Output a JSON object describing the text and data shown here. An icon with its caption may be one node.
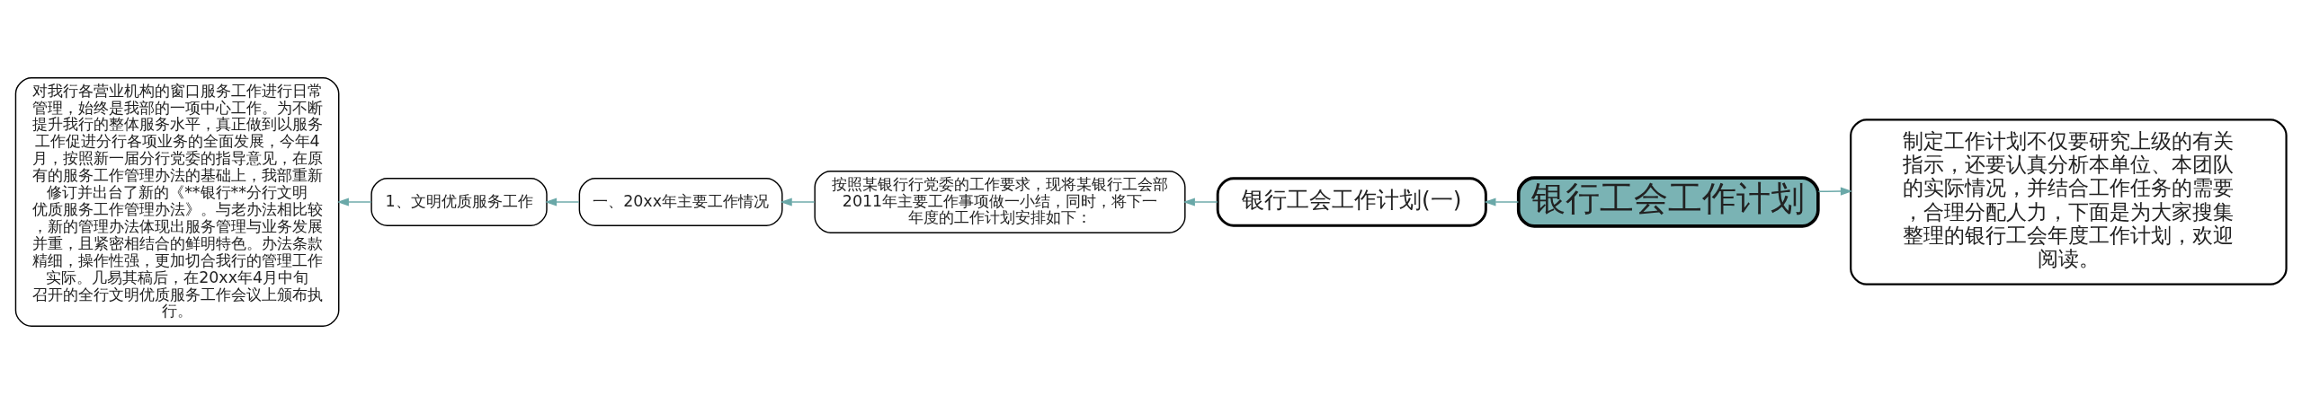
{
  "diagram": {
    "nodes": [
      {
        "text": [
          "银行工会工作计划"
        ]
      },
      {
        "text": [
          "制定工作计划不仅要研究上级的有关指示，还要认真分析本单位、本团队的实际情况，并结合工作任务的需要，合理分配人力，下面是为大家搜集整理的银行工会年度工作计划，欢迎阅读。"
        ]
      },
      {
        "text": [
          "银行工会工作计划(一)"
        ]
      },
      {
        "text": [
          "按照某银行行党委的工作要求，现将某银行工会部2011年主要工作事项做一小结，同时，将下一年度的工作计划安排如下："
        ]
      },
      {
        "text": [
          "一、20xx年主要工作情况"
        ]
      },
      {
        "text": [
          "1、文明优质服务工作"
        ]
      },
      {
        "text": [
          "对我行各营业机构的窗口服务工作进行日常管理，始终是我部的一项中心工作。为不断提升我行的整体服务水平，真正做到以服务工作促进分行各项业务的全面发展，今年4月，按照新一届分行党委的指导意见，在原有的服务工作管理办法的基础上，我部重新修订并出台了新的《**银行**分行文明优质服务工作管理办法》。与老办法相比较，新的管理办法体现出服务管理与业务发展并重，且紧密相结合的鲜明特色。办法条款精细，操作性强，更加切合我行的管理工作实际。几易其稿后，在20xx年4月中旬召开的全行文明优质服务工作会议上颁布执行。"
        ]
      }
    ],
    "edges": [
      {
        "from": 0,
        "to": 1,
        "arrow": "to"
      },
      {
        "from": 0,
        "to": 2,
        "arrow": "to"
      },
      {
        "from": 2,
        "to": 3,
        "arrow": "to"
      },
      {
        "from": 3,
        "to": 4,
        "arrow": "to"
      },
      {
        "from": 4,
        "to": 5,
        "arrow": "to"
      },
      {
        "from": 5,
        "to": 6,
        "arrow": "to"
      }
    ]
  }
}
